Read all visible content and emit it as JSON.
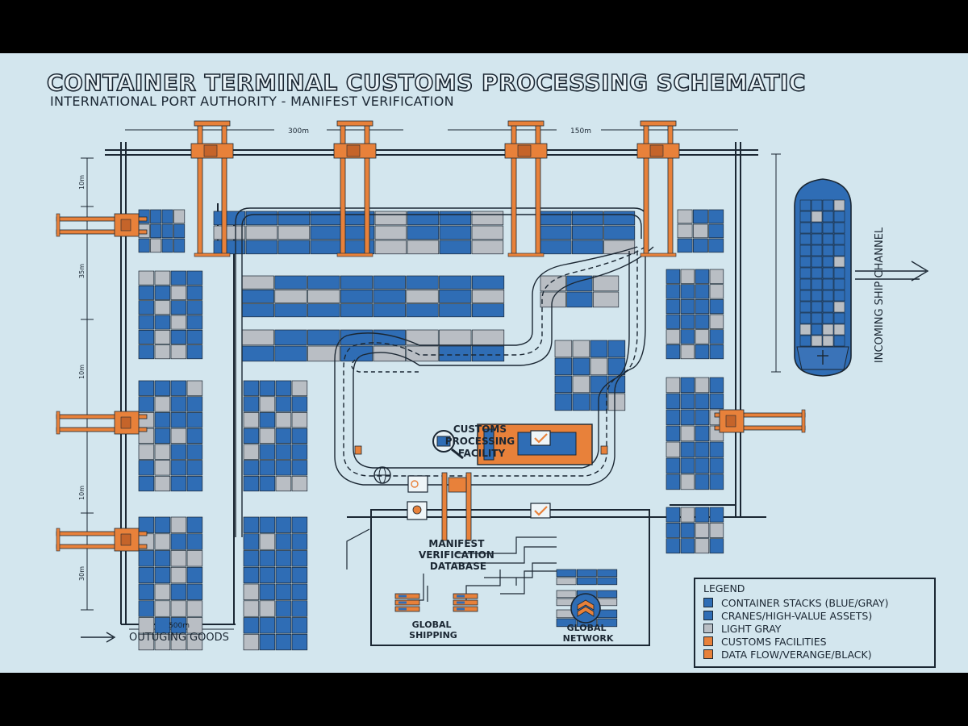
{
  "title": "CONTAINER TERMINAL CUSTOMS PROCESSING SCHEMATIC",
  "subtitle": "INTERNATIONAL PORT AUTHORITY - MANIFEST VERIFICATION",
  "dimensions": {
    "top_left": "300m",
    "top_right": "150m",
    "bottom": "500m",
    "left": [
      "10m",
      "35m",
      "10m",
      "10m",
      "30m"
    ]
  },
  "labels": {
    "customs_facility": [
      "CUSTOMS",
      "PROCESSING",
      "FACILITY"
    ],
    "manifest_db": [
      "MANIFEST",
      "VERIFICATION",
      "DATABASE"
    ],
    "global_shipping": [
      "GLOBAL",
      "SHIPPING"
    ],
    "global_network": [
      "GLOBAL",
      "NETWORK"
    ],
    "incoming": "INCOMING SHIP CHANNEL",
    "outgoing": "OUTUGING GOODS"
  },
  "legend": {
    "title": "LEGEND",
    "items": [
      {
        "label": "CONTAINER STACKS (BLUE/GRAY)",
        "color": "#2f6db5"
      },
      {
        "label": "CRANES/HIGH-VALUE ASSETS)",
        "color": "#2f6db5"
      },
      {
        "label": "LIGHT GRAY",
        "color": "#b9bec4"
      },
      {
        "label": "CUSTOMS FACILITIES",
        "color": "#e8813a"
      },
      {
        "label": "DATA FLOW/VERANGE/BLACK)",
        "color": "#e8813a"
      }
    ]
  },
  "colors": {
    "background": "#d3e6ee",
    "container_blue": "#2f6db5",
    "container_gray": "#b9bec4",
    "crane_orange": "#e8813a",
    "ink": "#1b2733"
  }
}
